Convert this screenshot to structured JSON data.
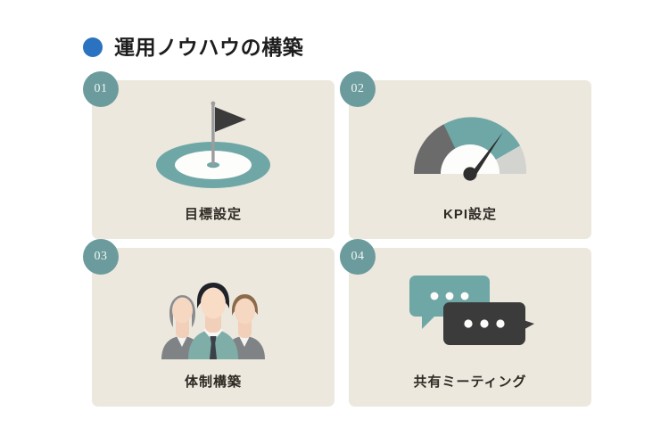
{
  "heading": {
    "bullet_color": "#2b72c0",
    "text": "運用ノウハウの構築"
  },
  "theme": {
    "card_bg": "#ece8de",
    "badge_bg": "#6b9b9c",
    "teal": "#6fa7a6",
    "dark_gray": "#6b6b6b",
    "light_gray": "#d3d3d0",
    "page_bg": "#ffffff",
    "label_color": "#2e2a24"
  },
  "cards": [
    {
      "number": "01",
      "label": "目標設定",
      "icon": "target-flag-icon"
    },
    {
      "number": "02",
      "label": "KPI設定",
      "icon": "gauge-icon"
    },
    {
      "number": "03",
      "label": "体制構築",
      "icon": "team-people-icon"
    },
    {
      "number": "04",
      "label": "共有ミーティング",
      "icon": "chat-bubbles-icon"
    }
  ]
}
